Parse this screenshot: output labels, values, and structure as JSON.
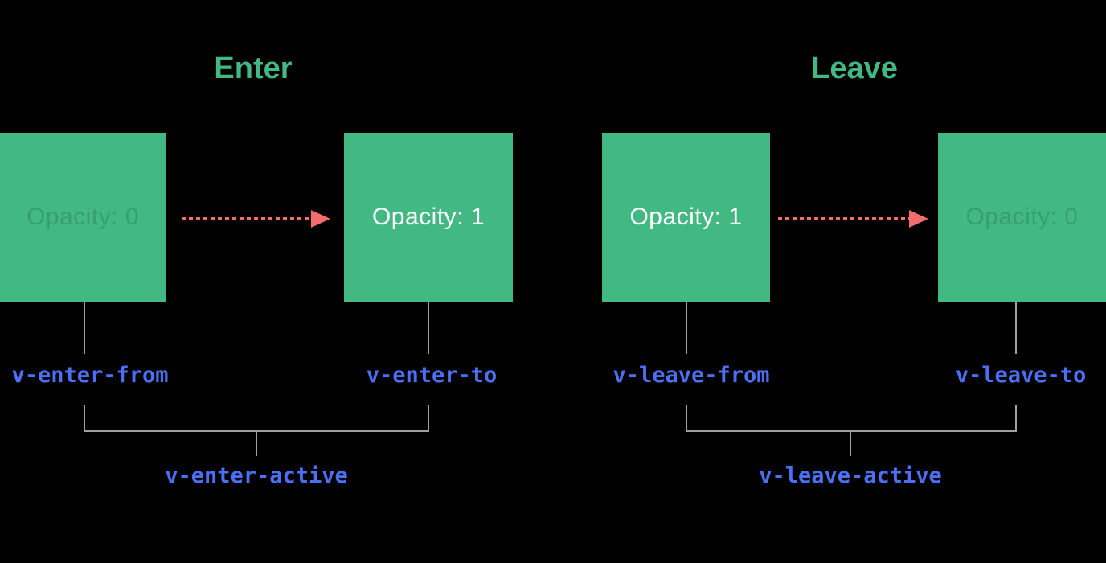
{
  "diagram": {
    "description": "Vue transition classes timeline diagram",
    "enter": {
      "title": "Enter",
      "from_box_text": "Opacity: 0",
      "to_box_text": "Opacity: 1",
      "from_label": "v-enter-from",
      "to_label": "v-enter-to",
      "active_label": "v-enter-active"
    },
    "leave": {
      "title": "Leave",
      "from_box_text": "Opacity: 1",
      "to_box_text": "Opacity: 0",
      "from_label": "v-leave-from",
      "to_label": "v-leave-to",
      "active_label": "v-leave-active"
    },
    "colors": {
      "background": "#000000",
      "box_green": "#42b983",
      "title_green": "#42b983",
      "arrow_red": "#f56c6c",
      "line_grey": "#a0a0a0",
      "label_blue": "#4b70f5",
      "box_text_full": "#ffffff",
      "box_text_faint": "rgba(0,0,0,0.14)"
    }
  }
}
